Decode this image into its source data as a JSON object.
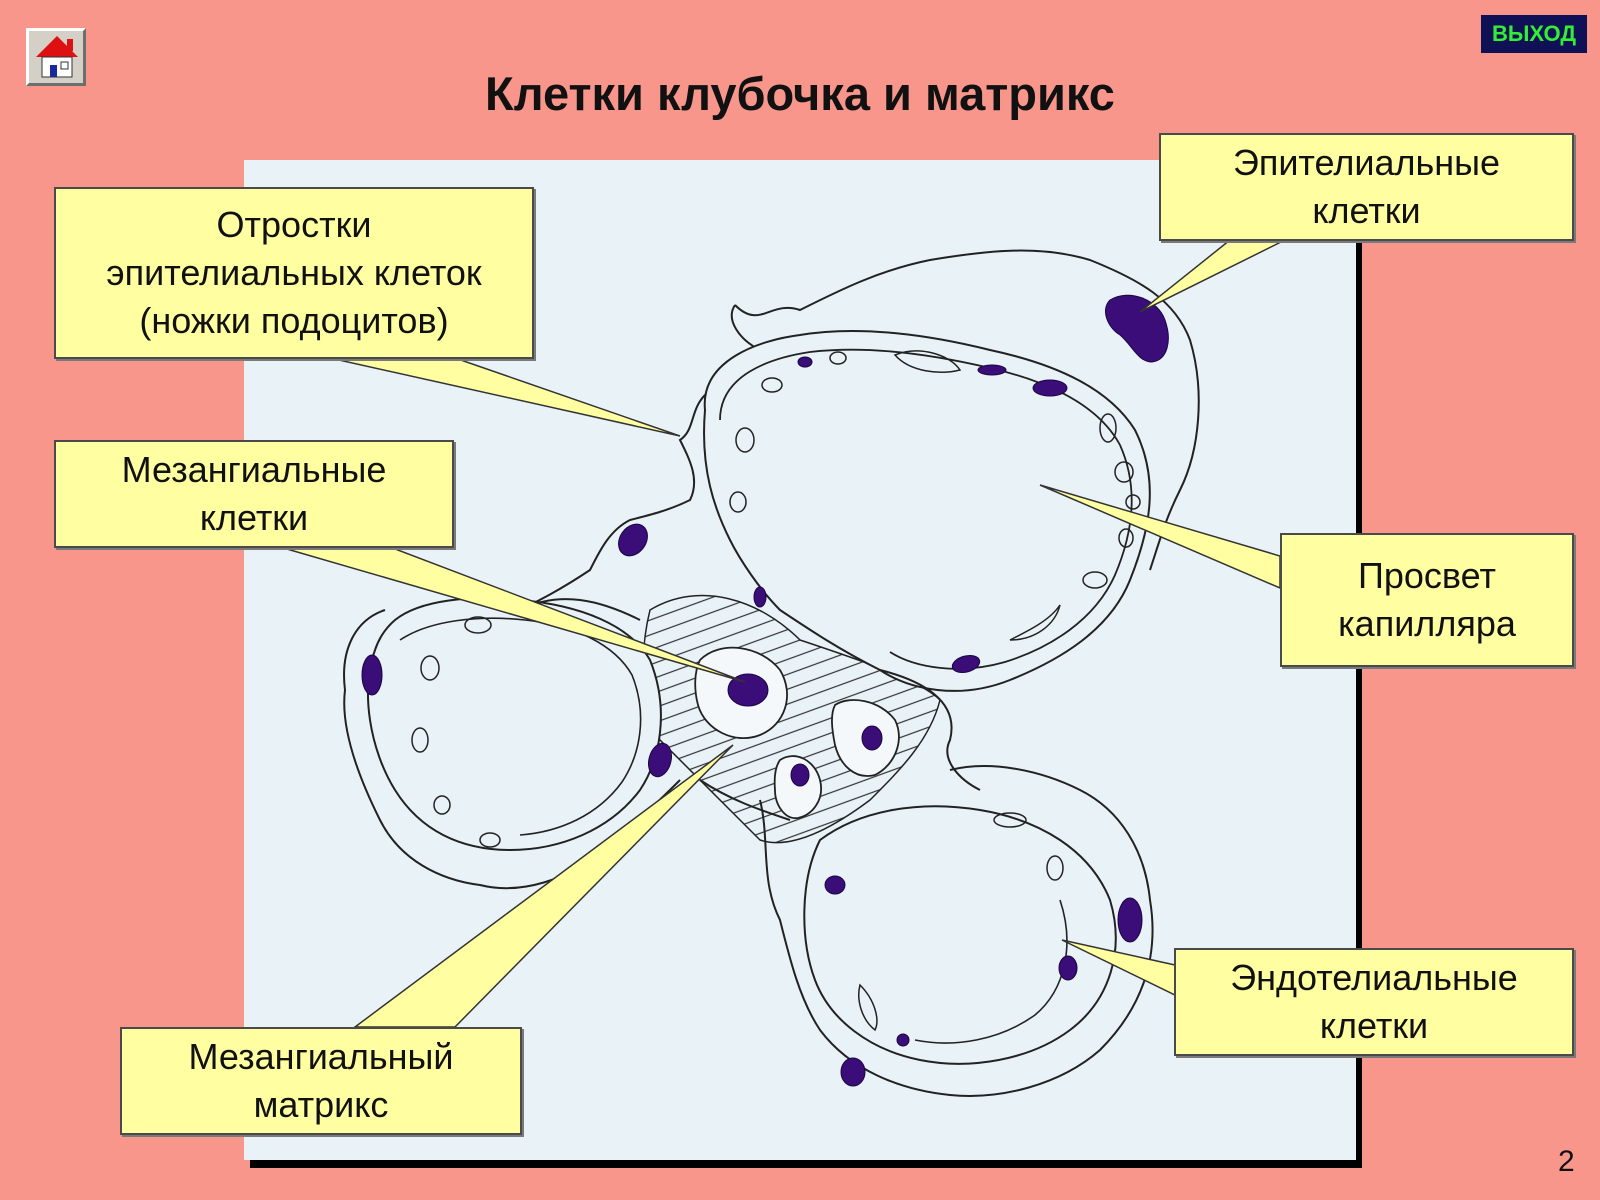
{
  "slide": {
    "title": "Клетки клубочка и матрикс",
    "page_number": "2"
  },
  "nav": {
    "home_icon": "house-icon",
    "exit_label": "ВЫХОД"
  },
  "labels": {
    "podocyte_processes": [
      "Отростки",
      "эпителиальных клеток",
      "(ножки подоцитов)"
    ],
    "epithelial_cells": [
      "Эпителиальные",
      "клетки"
    ],
    "mesangial_cells": [
      "Мезангиальные",
      "клетки"
    ],
    "capillary_lumen": [
      "Просвет",
      "капилляра"
    ],
    "mesangial_matrix": [
      "Мезангиальный",
      "матрикс"
    ],
    "endothelial_cells": [
      "Эндотелиальные",
      "клетки"
    ]
  },
  "colors": {
    "background": "#f9968b",
    "panel": "#e8f2f7",
    "label_fill": "#ffffa2",
    "nucleus": "#3a0d78",
    "exit_bg": "#101057",
    "exit_text": "#33ee33"
  }
}
